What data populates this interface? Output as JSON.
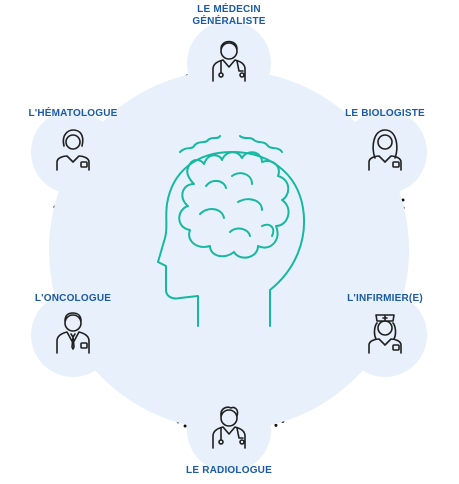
{
  "diagram": {
    "center_icon": "head-brain-icon",
    "roles": [
      {
        "id": "medecin",
        "label_line1": "LE MÉDECIN",
        "label_line2": "GÉNÉRALISTE",
        "icon": "doctor-stethoscope-icon"
      },
      {
        "id": "biologiste",
        "label_line1": "LE BIOLOGISTE",
        "label_line2": "",
        "icon": "woman-long-hair-icon"
      },
      {
        "id": "infirmier",
        "label_line1": "L'INFIRMIER(E)",
        "label_line2": "",
        "icon": "nurse-cap-icon"
      },
      {
        "id": "radiologue",
        "label_line1": "LE RADIOLOGUE",
        "label_line2": "",
        "icon": "doctor-stethoscope-icon"
      },
      {
        "id": "oncologue",
        "label_line1": "L'ONCOLOGUE",
        "label_line2": "",
        "icon": "man-suit-icon"
      },
      {
        "id": "hematologue",
        "label_line1": "L'HÉMATOLOGUE",
        "label_line2": "",
        "icon": "woman-short-hair-icon"
      }
    ],
    "colors": {
      "label": "#1c5aa6",
      "circle_fill": "#e7f0fb",
      "brain_stroke": "#16b8a0",
      "icon_stroke": "#1f1f1f",
      "dots": "#111111"
    }
  }
}
